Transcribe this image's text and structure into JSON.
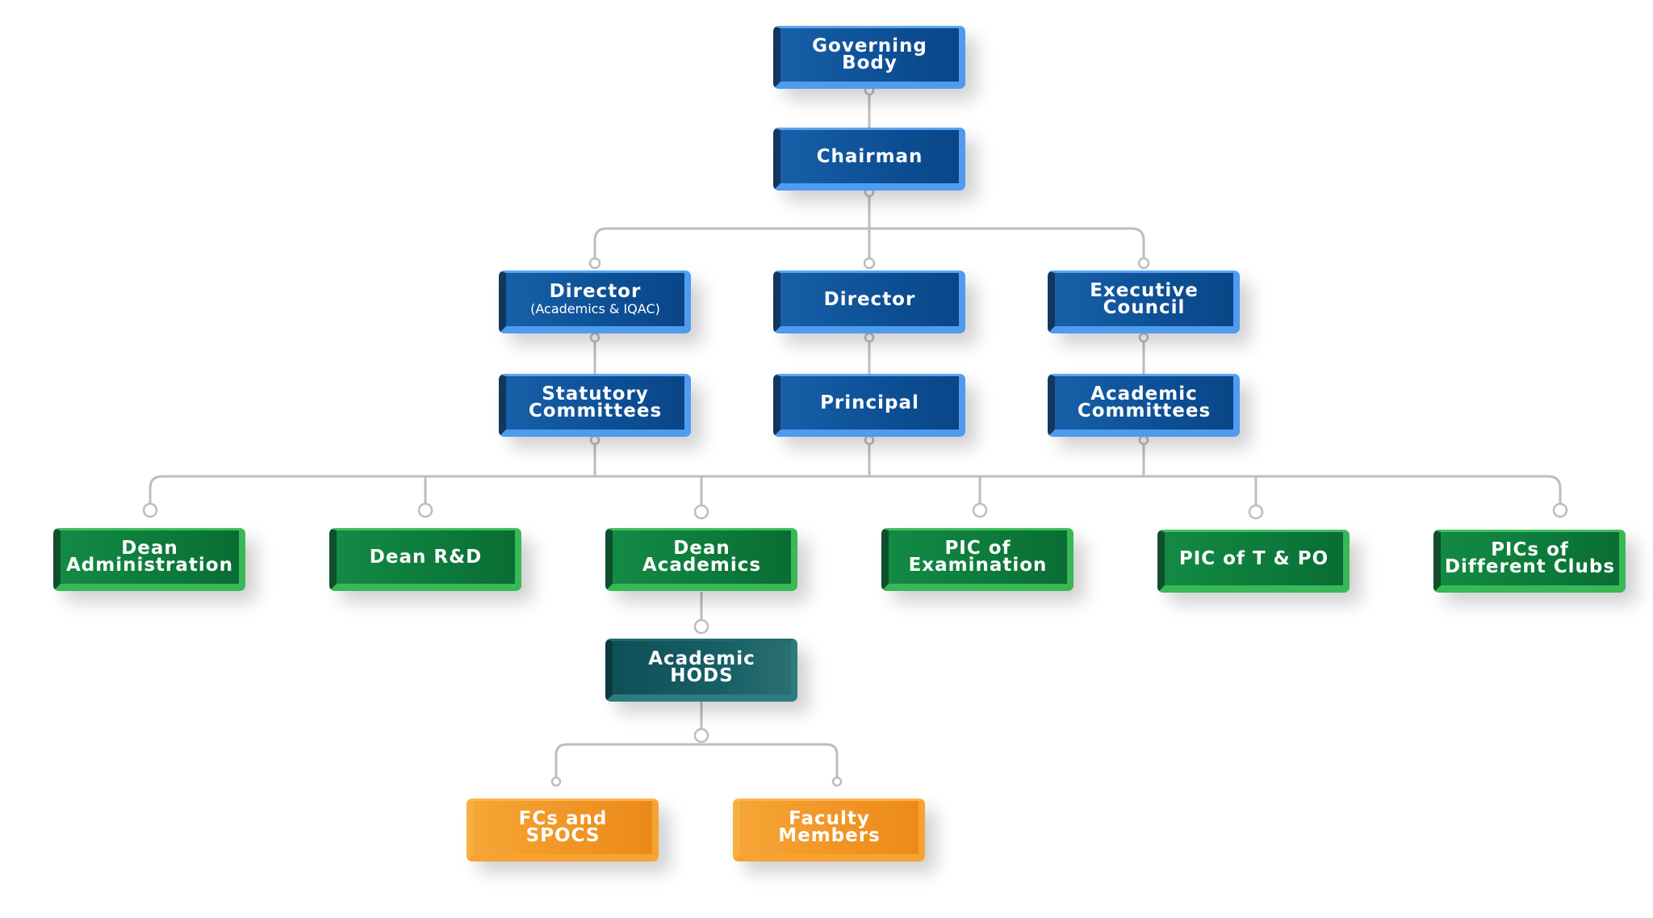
{
  "nodes": {
    "governing_body": "Governing\nBody",
    "chairman": "Chairman",
    "director_acad": "Director",
    "director_acad_sub": "(Academics & IQAC)",
    "director": "Director",
    "executive_council": "Executive\nCouncil",
    "statutory_committees": "Statutory\nCommittees",
    "principal": "Principal",
    "academic_committees": "Academic\nCommittees",
    "dean_admin": "Dean\nAdministration",
    "dean_rd": "Dean R&D",
    "dean_academics": "Dean\nAcademics",
    "pic_exam": "PIC of\nExamination",
    "pic_tpo": "PIC of T & PO",
    "pics_clubs": "PICs of\nDifferent Clubs",
    "academic_hods": "Academic\nHODS",
    "fcs_spocs": "FCs and\nSPOCS",
    "faculty_members": "Faculty\nMembers"
  },
  "colors": {
    "level_blue": "#0d4f95",
    "level_green": "#0c7a3a",
    "level_teal": "#175f66",
    "level_orange": "#f09424",
    "connector": "#bdbdbd"
  }
}
